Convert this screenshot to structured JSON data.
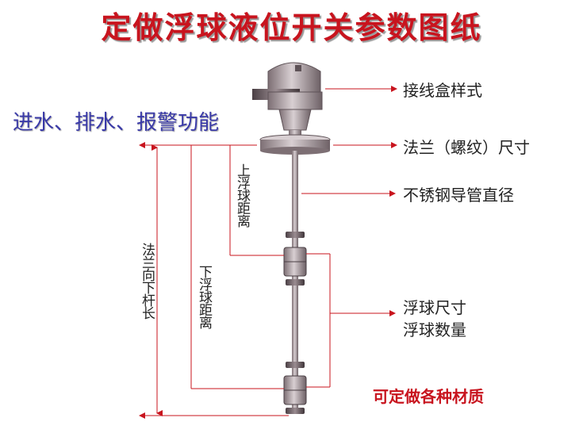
{
  "title": "定做浮球液位开关参数图纸",
  "subtitle": "进水、排水、报警功能",
  "labels": {
    "junction_box": "接线盒样式",
    "flange": "法兰（螺纹）尺寸",
    "tube": "不锈钢导管直径",
    "float_size": "浮球尺寸",
    "float_count": "浮球数量",
    "material": "可定做各种材质"
  },
  "dimensions": {
    "upper_float": "上浮球距离",
    "lower_float": "下浮球距离",
    "rod_length": "法兰向下杆长"
  },
  "colors": {
    "title": "#c8141e",
    "subtitle": "#3a3aa8",
    "dim_line": "#c8141e",
    "metal": "#a89aa0"
  }
}
